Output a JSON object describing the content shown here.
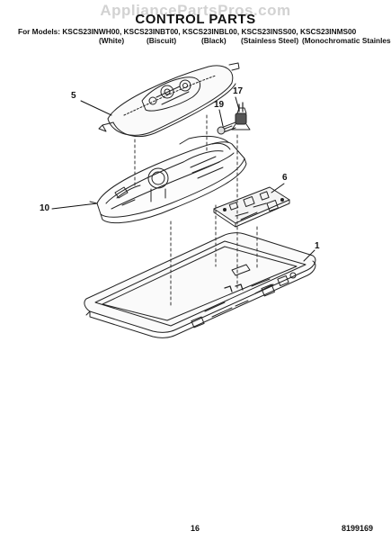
{
  "watermark": "AppliancePartsPros.com",
  "title": "CONTROL PARTS",
  "models_line": "For Models: KSCS23INWH00, KSCS23INBT00, KSCS23INBL00, KSCS23INSS00, KSCS23INMS00",
  "variants": [
    "(White)",
    "(Biscuit)",
    "(Black)",
    "(Stainless Steel)",
    "(Monochromatic Stainless)"
  ],
  "callouts": [
    "5",
    "17",
    "19",
    "6",
    "10",
    "1"
  ],
  "footer": {
    "page_number": "16",
    "part_number": "8199169"
  }
}
